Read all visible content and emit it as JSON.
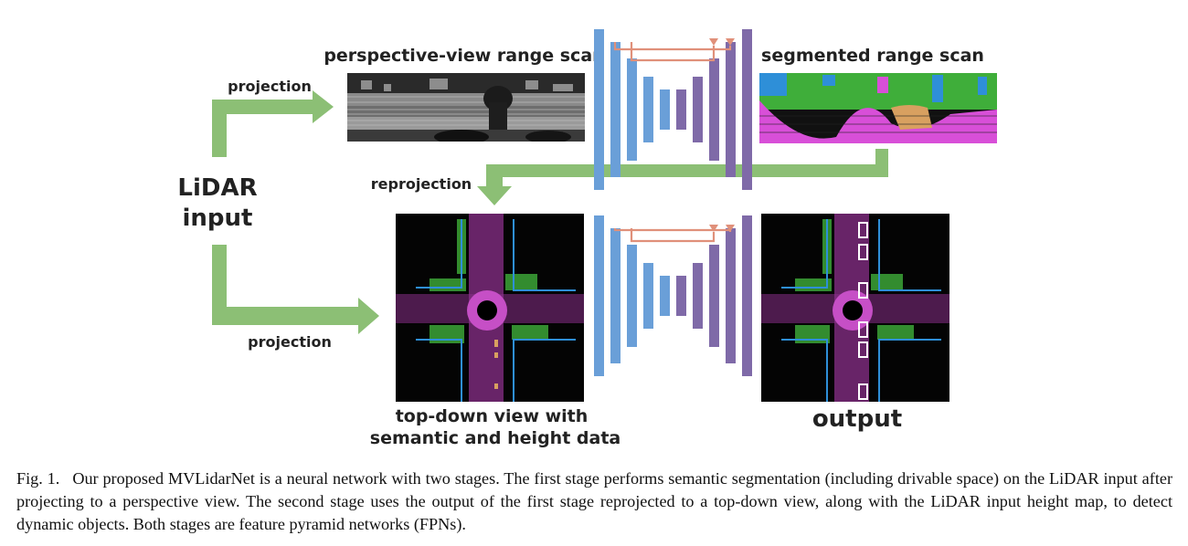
{
  "labels": {
    "projection_top": "projection",
    "projection_bottom": "projection",
    "reprojection": "reprojection",
    "lidar_line1": "LiDAR",
    "lidar_line2": "input",
    "perspective_title": "perspective-view range scan",
    "segmented_title": "segmented range scan",
    "topdown_line1": "top-down view with",
    "topdown_line2": "semantic and height data",
    "output": "output"
  },
  "caption": {
    "label": "Fig. 1.",
    "text": "Our proposed MVLidarNet is a neural network with two stages. The first stage performs semantic segmentation (including drivable space) on the LiDAR input after projecting to a perspective view. The second stage uses the output of the first stage reprojected to a top-down view, along with the LiDAR input height map, to detect dynamic objects. Both stages are feature pyramid networks (FPNs)."
  },
  "colors": {
    "arrow_green": "#8cbf75",
    "encoder_blue": "#6a9fd8",
    "decoder_purple": "#7f6aa8",
    "skip_orange": "#e0907a",
    "seg_magenta": "#d84fd8",
    "seg_green": "#3fae3a",
    "seg_blue": "#2e8fd8",
    "seg_tan": "#d8a060"
  }
}
